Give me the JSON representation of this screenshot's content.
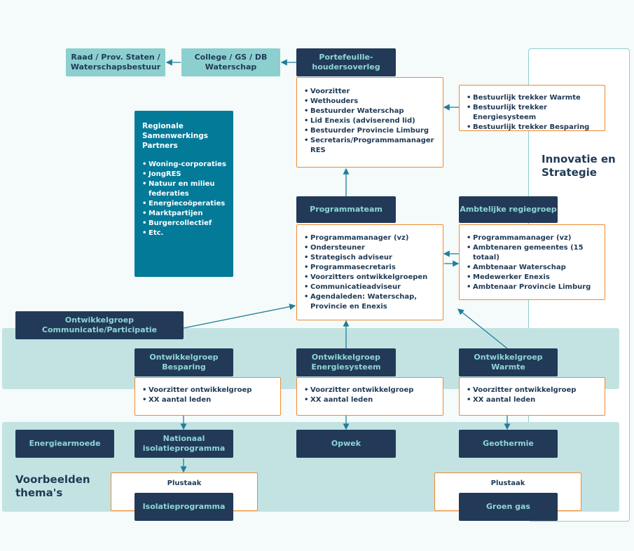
{
  "raad": "Raad / Prov. Staten / Waterschapsbestuur",
  "college": "College / GS / DB Waterschap",
  "portefeuille": {
    "title": "Portefeuille-houdersoverleg",
    "items": [
      "Voorzitter",
      "Wethouders",
      "Bestuurder Waterschap",
      "Lid Enexis (adviserend lid)",
      "Bestuurder Provincie Limburg",
      "Secretaris/Programmamanager RES"
    ]
  },
  "trekkers": [
    "Bestuurlijk trekker Warmte",
    "Bestuurlijk trekker Energiesysteem",
    "Bestuurlijk trekker Besparing"
  ],
  "innovatie": "Innovatie en Strategie",
  "rsp": {
    "title": "Regionale Samenwerkings Partners",
    "items": [
      "Woning-corporaties",
      "JongRES",
      "Natuur en milieu federaties",
      "Energiecoöperaties",
      "Marktpartijen",
      "Burgercollectief",
      "Etc."
    ]
  },
  "programmateam": {
    "title": "Programmateam",
    "items": [
      "Programmamanager (vz)",
      "Ondersteuner",
      "Strategisch adviseur",
      "Programmasecretaris",
      "Voorzitters ontwikkelgroepen",
      "Communicatieadviseur",
      "Agendaleden: Waterschap, Provincie en Enexis"
    ]
  },
  "ambtelijk": {
    "title": "Ambtelijke regiegroep",
    "items": [
      "Programmamanager (vz)",
      "Ambtenaren gemeentes (15 totaal)",
      "Ambtenaar Waterschap",
      "Medewerker Enexis",
      "Ambtenaar Provincie Limburg"
    ]
  },
  "communicatie": "Ontwikkelgroep Communicatie/Participatie",
  "groepen": [
    {
      "title": "Ontwikkelgroep Besparing",
      "items": [
        "Voorzitter ontwikkelgroep",
        "XX aantal leden"
      ]
    },
    {
      "title": "Ontwikkelgroep Energiesysteem",
      "items": [
        "Voorzitter ontwikkelgroep",
        "XX aantal leden"
      ]
    },
    {
      "title": "Ontwikkelgroep Warmte",
      "items": [
        "Voorzitter ontwikkelgroep",
        "XX aantal leden"
      ]
    }
  ],
  "themas": {
    "label": "Voorbeelden thema's",
    "energiearmoede": "Energiearmoede",
    "nationaal": "Nationaal isolatieprogramma",
    "opwek": "Opwek",
    "geothermie": "Geothermie"
  },
  "plustaak1": {
    "label": "Plustaak",
    "box": "Isolatieprogramma"
  },
  "plustaak2": {
    "label": "Plustaak",
    "box": "Groen gas"
  },
  "colors": {
    "navy": "#223a58",
    "teal": "#8ccfcf",
    "orange": "#f08a2c",
    "petrol": "#047a99",
    "band": "#c3e3e3"
  }
}
